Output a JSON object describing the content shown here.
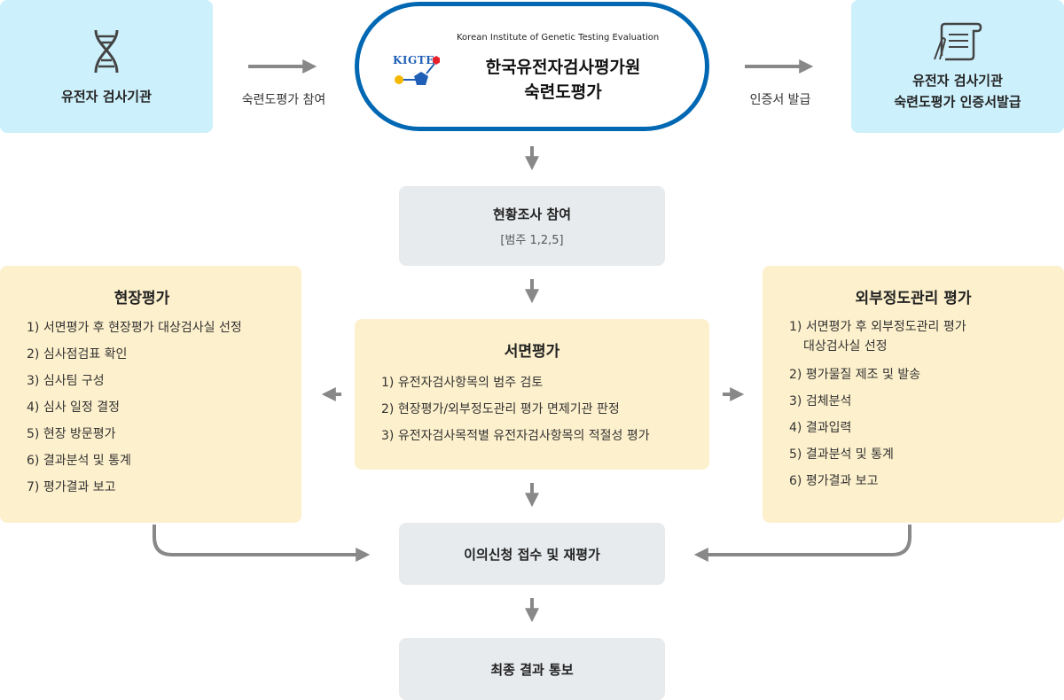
{
  "top_left": {
    "title": "유전자 검사기관",
    "icon": "dna-icon"
  },
  "arrow_left_label": "숙련도평가 참여",
  "center_org": {
    "logo_text": "KIGTE",
    "english_name": "Korean Institute of Genetic Testing Evaluation",
    "title_line1": "한국유전자검사평가원",
    "title_line2": "숙련도평가"
  },
  "arrow_right_label": "인증서 발급",
  "top_right": {
    "title_line1": "유전자 검사기관",
    "title_line2": "숙련도평가 인증서발급",
    "icon": "certificate-scroll-icon"
  },
  "survey": {
    "title": "현황조사 참여",
    "subtitle": "[범주 1,2,5]"
  },
  "document_eval": {
    "title": "서면평가",
    "items": [
      "1) 유전자검사항목의 범주 검토",
      "2) 현장평가/외부정도관리 평가 면제기관 판정",
      "3) 유전자검사목적별 유전자검사항목의 적절성 평가"
    ]
  },
  "site_eval": {
    "title": "현장평가",
    "items": [
      "1) 서면평가 후 현장평가 대상검사실 선정",
      "2) 심사점검표 확인",
      "3) 심사팀 구성",
      "4) 심사 일정 결정",
      "5) 현장 방문평가",
      "6) 결과분석 및 통계",
      "7) 평가결과 보고"
    ]
  },
  "external_eval": {
    "title": "외부정도관리 평가",
    "item1_line1": "1) 서면평가 후 외부정도관리 평가",
    "item1_line2": "대상검사실 선정",
    "items": [
      "2) 평가물질 제조 및 발송",
      "3) 검체분석",
      "4) 결과입력",
      "5) 결과분석 및 통계",
      "6) 평가결과 보고"
    ]
  },
  "appeal": {
    "title": "이의신청 접수 및 재평가"
  },
  "final": {
    "title": "최종 결과 통보"
  },
  "colors": {
    "blue_box": "#cdf1fc",
    "gray_box": "#e8ebee",
    "yellow_box": "#fdf0cc",
    "pill_border": "#0067b3",
    "arrow": "#888888",
    "logo_red": "#e8202a",
    "logo_yellow": "#f5b800",
    "logo_blue": "#1f5fb5"
  }
}
